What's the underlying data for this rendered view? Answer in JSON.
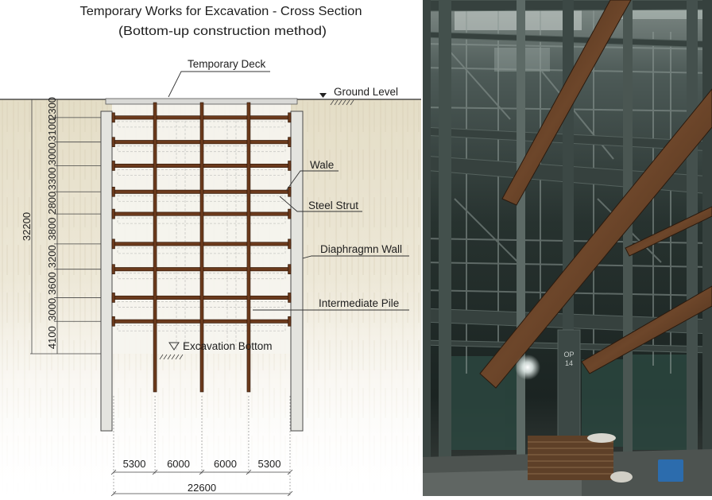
{
  "diagram": {
    "title": "Temporary Works for Excavation - Cross Section",
    "subtitle": "(Bottom-up construction method)",
    "labels": {
      "temporary_deck": "Temporary Deck",
      "ground_level": "Ground Level",
      "wale": "Wale",
      "steel_strut": "Steel Strut",
      "diaphragm_wall": "Diaphragmn Wall",
      "intermediate_pile": "Intermediate Pile",
      "excavation_bottom": "Excavation Bottom"
    }
  },
  "section": {
    "depth_total": 32200,
    "depth_segments": [
      2300,
      3100,
      3000,
      3300,
      2800,
      3800,
      3200,
      3600,
      3000,
      4100
    ],
    "width_total": 22600,
    "width_segments": [
      5300,
      6000,
      6000,
      5300
    ]
  },
  "photo": {
    "column_marking": [
      "OP",
      "14"
    ]
  },
  "colors": {
    "steel": "#6b3a1c",
    "soil": "#e6dfc9",
    "wall": "#e4e4df"
  }
}
